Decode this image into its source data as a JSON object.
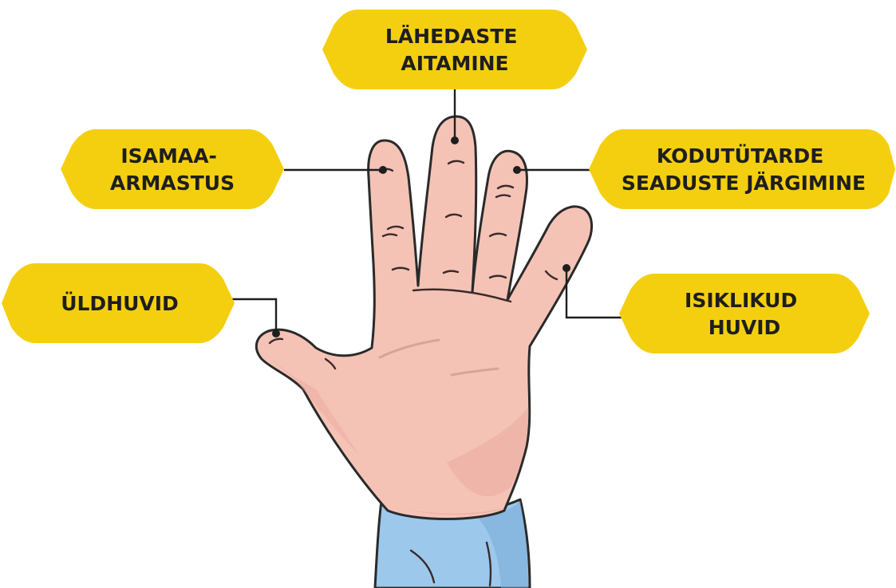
{
  "colors": {
    "tag_fill": "#f4cf10",
    "tag_text": "#1e1e1e",
    "skin": "#f4c3b6",
    "skin_shadow": "#e9a99c",
    "sleeve": "#9cc8ec",
    "sleeve_shadow": "#78aad6",
    "outline": "#2a2a2a"
  },
  "labels": {
    "thumb": {
      "lines": [
        "ÜLDHUVID"
      ]
    },
    "index": {
      "lines": [
        "ISAMAA-",
        "ARMASTUS"
      ]
    },
    "middle": {
      "lines": [
        "LÄHEDASTE",
        "AITAMINE"
      ]
    },
    "ring": {
      "lines": [
        "KODUTÜTARDE",
        "SEADUSTE JÄRGIMINE"
      ]
    },
    "little": {
      "lines": [
        "ISIKLIKUD",
        "HUVID"
      ]
    }
  }
}
